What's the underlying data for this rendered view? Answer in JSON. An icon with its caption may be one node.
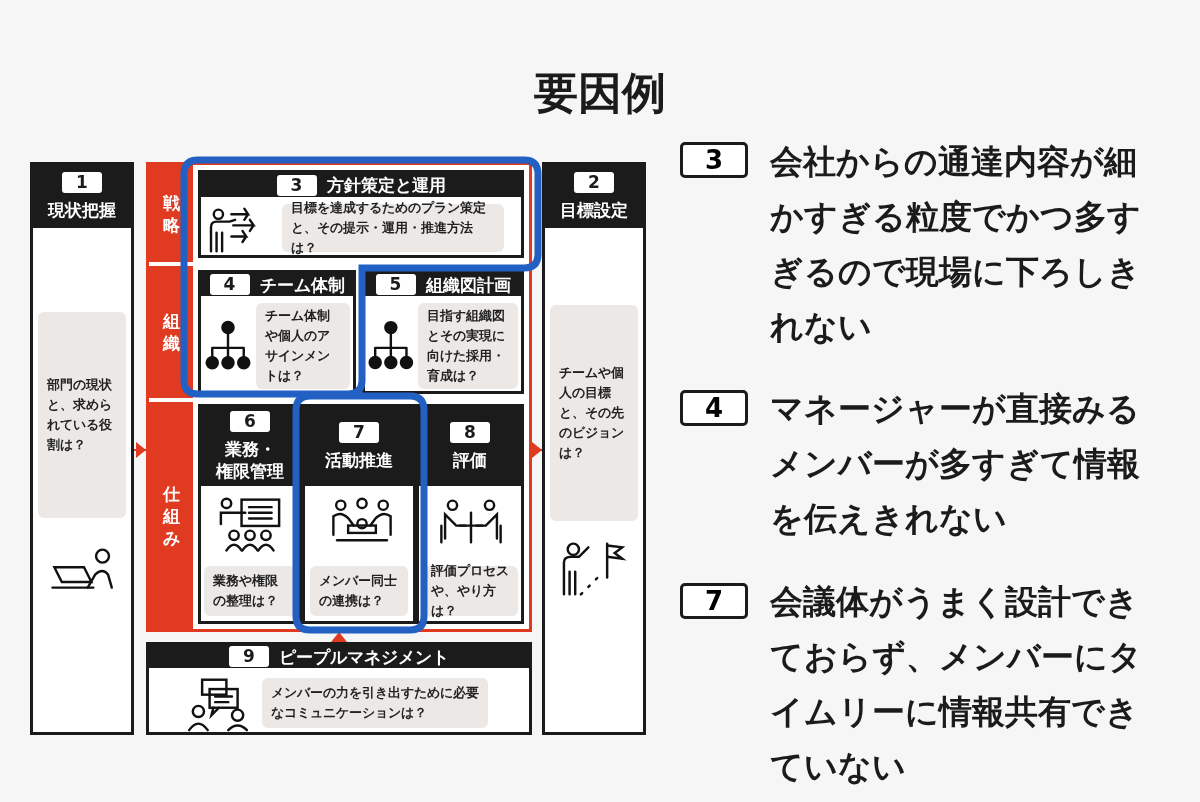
{
  "diagram": {
    "title": "要因例",
    "nodes": [
      {
        "text": [
          "1",
          "現状把握"
        ]
      },
      {
        "text": [
          "部門の現状と、求められている役割は？"
        ],
        "in": 0
      },
      {
        "text": [],
        "shape": "box"
      },
      {
        "text": [
          "戦略"
        ],
        "in": 2
      },
      {
        "text": [
          "3",
          "方針策定と運用"
        ],
        "in": 2
      },
      {
        "text": [
          "目標を達成するためのプラン策定と、その提示・運用・推進方法は？"
        ],
        "in": 4
      },
      {
        "text": [
          "組織"
        ],
        "in": 2
      },
      {
        "text": [
          "4",
          "チーム体制"
        ],
        "in": 2
      },
      {
        "text": [
          "チーム体制や個人のアサインメントは？"
        ],
        "in": 7
      },
      {
        "text": [
          "5",
          "組織図計画"
        ],
        "in": 2
      },
      {
        "text": [
          "目指す組織図とその実現に向けた採用・育成は？"
        ],
        "in": 9
      },
      {
        "text": [
          "仕組み"
        ],
        "in": 2
      },
      {
        "text": [
          "6",
          "業務・権限管理"
        ],
        "in": 2
      },
      {
        "text": [
          "業務や権限の整理は？"
        ],
        "in": 12
      },
      {
        "text": [
          "7",
          "活動推進"
        ],
        "in": 2
      },
      {
        "text": [
          "メンバー同士の連携は？"
        ],
        "in": 14
      },
      {
        "text": [
          "8",
          "評価"
        ],
        "in": 2
      },
      {
        "text": [
          "評価プロセスや、やり方は？"
        ],
        "in": 16
      },
      {
        "text": [
          "2",
          "目標設定"
        ]
      },
      {
        "text": [
          "チームや個人の目標と、その先のビジョンは？"
        ],
        "in": 18
      },
      {
        "text": [
          "9",
          "ピープルマネジメント"
        ]
      },
      {
        "text": [
          "メンバーの力を引き出すために必要なコミュニケーションは？"
        ],
        "in": 20
      },
      {
        "text": [
          "3"
        ],
        "beside": [
          "会社からの通達内容が細かすぎる粒度でかつ多すぎるので現場に下ろしきれない"
        ]
      },
      {
        "text": [
          "4"
        ],
        "beside": [
          "マネージャーが直接みるメンバーが多すぎて情報を伝えきれない"
        ]
      },
      {
        "text": [
          "7"
        ],
        "beside": [
          "会議体がうまく設計できておらず、メンバーにタイムリーに情報共有できていない"
        ]
      }
    ],
    "edges": [
      {
        "from": 0,
        "to": 2,
        "arrow": "to"
      },
      {
        "from": 2,
        "to": 18,
        "arrow": "to"
      },
      {
        "from": 20,
        "to": 2,
        "arrow": "to"
      }
    ]
  }
}
